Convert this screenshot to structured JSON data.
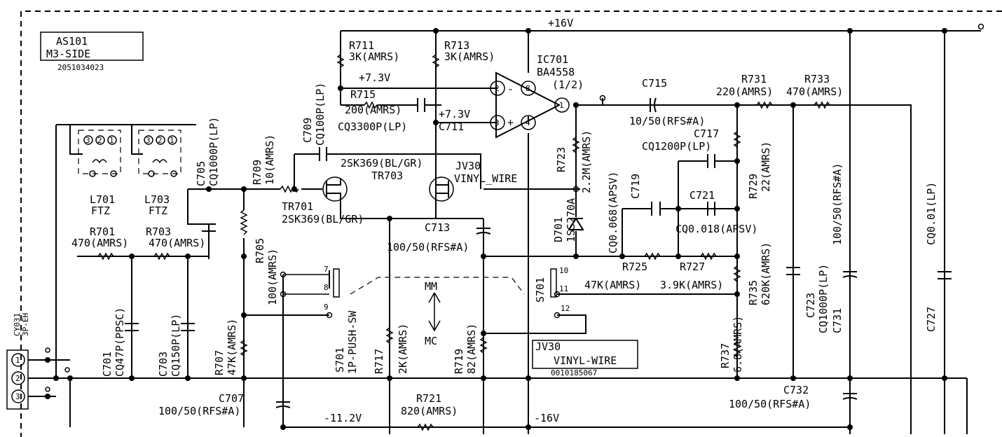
{
  "board": {
    "line1": "AS101",
    "line2": "M3-SIDE",
    "part": "2051034023"
  },
  "connector": {
    "name_line1": "CY031",
    "name_line2": "3P-EH",
    "pins": [
      "1",
      "2",
      "3"
    ]
  },
  "rails": {
    "pos16": "+16V",
    "pos7a": "+7.3V",
    "pos7b": "+7.3V",
    "neg11": "-11.2V",
    "neg16": "-16V"
  },
  "ic": {
    "ref": "IC701",
    "part": "BA4558",
    "unit": "(1/2)",
    "pin_minus": "2",
    "pin_plus": "3",
    "pin_out": "1",
    "pin_vcc": "8",
    "pin_vee": "4",
    "sign_minus": "-",
    "sign_plus": "+"
  },
  "components": {
    "r711_ref": "R711",
    "r711_val": "3K(AMRS)",
    "r713_ref": "R713",
    "r713_val": "3K(AMRS)",
    "r715_ref": "R715",
    "r715_val": "200(AMRS)",
    "c709_ref": "C709",
    "c709_val": "CQ100P(LP)",
    "c711_val": "CQ3300P(LP)",
    "c711_ref": "C711",
    "c705_ref": "C705",
    "c705_val": "CQ1000P(LP)",
    "r709_ref": "R709",
    "r709_val": "10(AMRS)",
    "tr703_part": "2SK369(BL/GR)",
    "tr703_ref": "TR703",
    "tr701_ref": "TR701",
    "tr701_part": "2SK369(BL/GR)",
    "jv_ref": "JV30",
    "jv_val": "VINYL_WIRE",
    "l701_ref": "L701",
    "l701_val": "FTZ",
    "l703_ref": "L703",
    "l703_val": "FTZ",
    "r701_ref": "R701",
    "r701_val": "470(AMRS)",
    "r703_ref": "R703",
    "r703_val": "470(AMRS)",
    "r705_ref": "R705",
    "r705_val": "100(AMRS)",
    "c713_ref": "C713",
    "c713_val": "100/50(RFS#A)",
    "r723_ref": "R723",
    "r723_val": "2.2M(AMRS)",
    "d701_ref": "D701",
    "d701_part": "1SS270A",
    "c715_ref": "C715",
    "c715_val": "10/50(RFS#A)",
    "c717_ref": "C717",
    "c717_val": "CQ1200P(LP)",
    "c719_ref": "C719",
    "c719_val": "CQ0.068(APSV)",
    "c721_ref": "C721",
    "c721_val": "CQ0.018(APSV)",
    "r725_ref": "R725",
    "r725_val": "47K(AMRS)",
    "r727_ref": "R727",
    "r727_val": "3.9K(AMRS)",
    "r729_ref": "R729",
    "r729_val": "22(AMRS)",
    "r731_ref": "R731",
    "r731_val": "220(AMRS)",
    "r733_ref": "R733",
    "r733_val": "470(AMRS)",
    "r735_ref": "R735",
    "r735_val": "620K(AMRS)",
    "r737_ref": "R737",
    "r737_val": "6.8(AMRS)",
    "c723_ref": "C723",
    "c723_val": "CQ1000P(LP)",
    "c731_val": "100/50(RFS#A)",
    "c731_ref": "C731",
    "c727_val": "CQ0.01(LP)",
    "c727_ref": "C727",
    "c701_ref": "C701",
    "c701_val": "CQ47P(PPSC)",
    "c703_ref": "C703",
    "c703_val": "CQ150P(LP)",
    "r707_ref": "R707",
    "r707_val": "47K(AMRS)",
    "c707_ref": "C707",
    "c707_val": "100/50(RFS#A)",
    "r717_ref": "R717",
    "r717_val": "2K(AMRS)",
    "r719_ref": "R719",
    "r719_val": "82(AMRS)",
    "r721_ref": "R721",
    "r721_val": "820(AMRS)",
    "c732_ref": "C732",
    "c732_val": "100/50(RFS#A)"
  },
  "switch": {
    "ref_a": "S701",
    "part_a": "1P-PUSH-SW",
    "ref_b": "S701",
    "mm": "MM",
    "mc": "MC",
    "pins": [
      "7",
      "8",
      "9",
      "10",
      "11",
      "12"
    ]
  },
  "jv30_box": {
    "ref": "JV30",
    "val": "VINYL-WIRE",
    "part": "0010185067"
  },
  "coil_pins": [
    "3",
    "2",
    "1",
    "3",
    "2",
    "1"
  ]
}
